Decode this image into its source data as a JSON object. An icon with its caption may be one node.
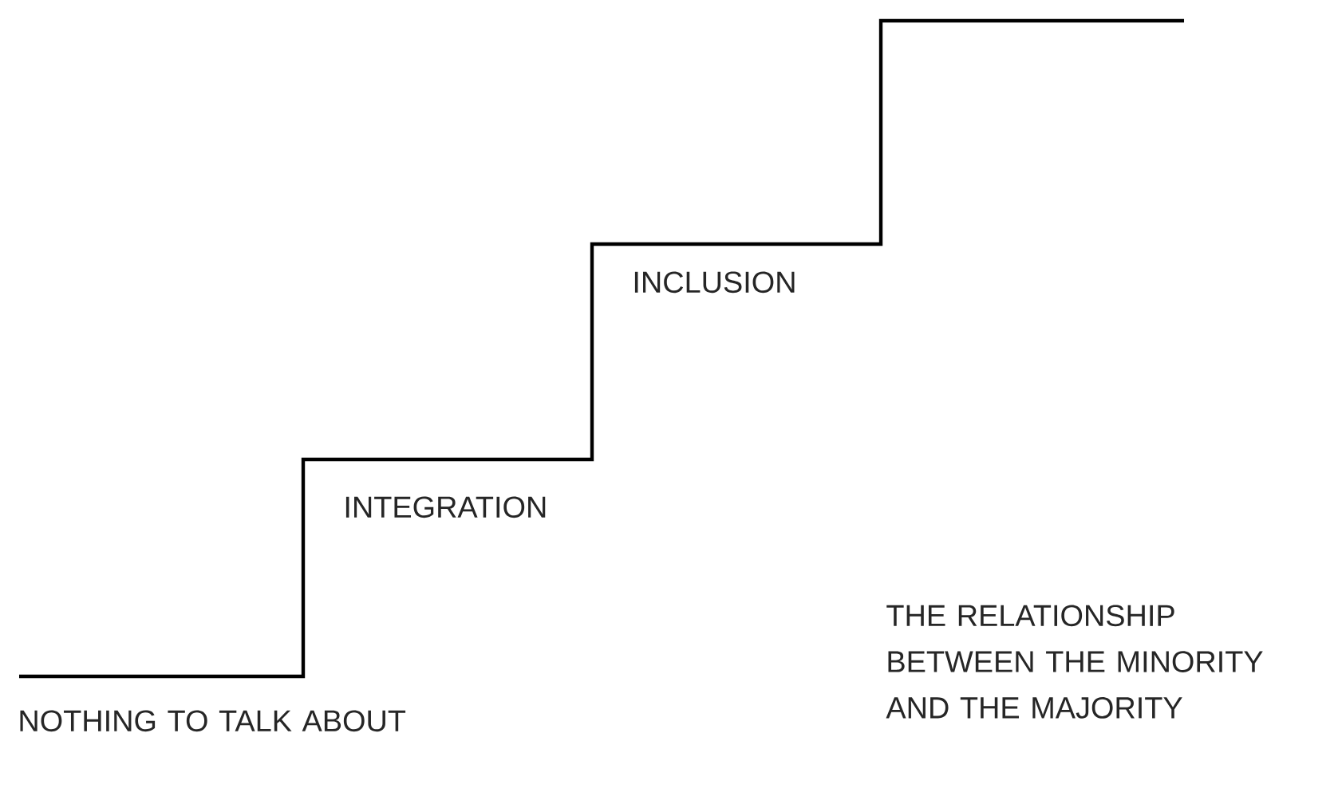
{
  "diagram": {
    "labels": [
      "INCLUSION",
      "INTEGRATION",
      "THE RELATIONSHIP BETWEEN THE MINORITY AND THE MAJORITY",
      "NOTHING TO TALK ABOUT"
    ]
  }
}
